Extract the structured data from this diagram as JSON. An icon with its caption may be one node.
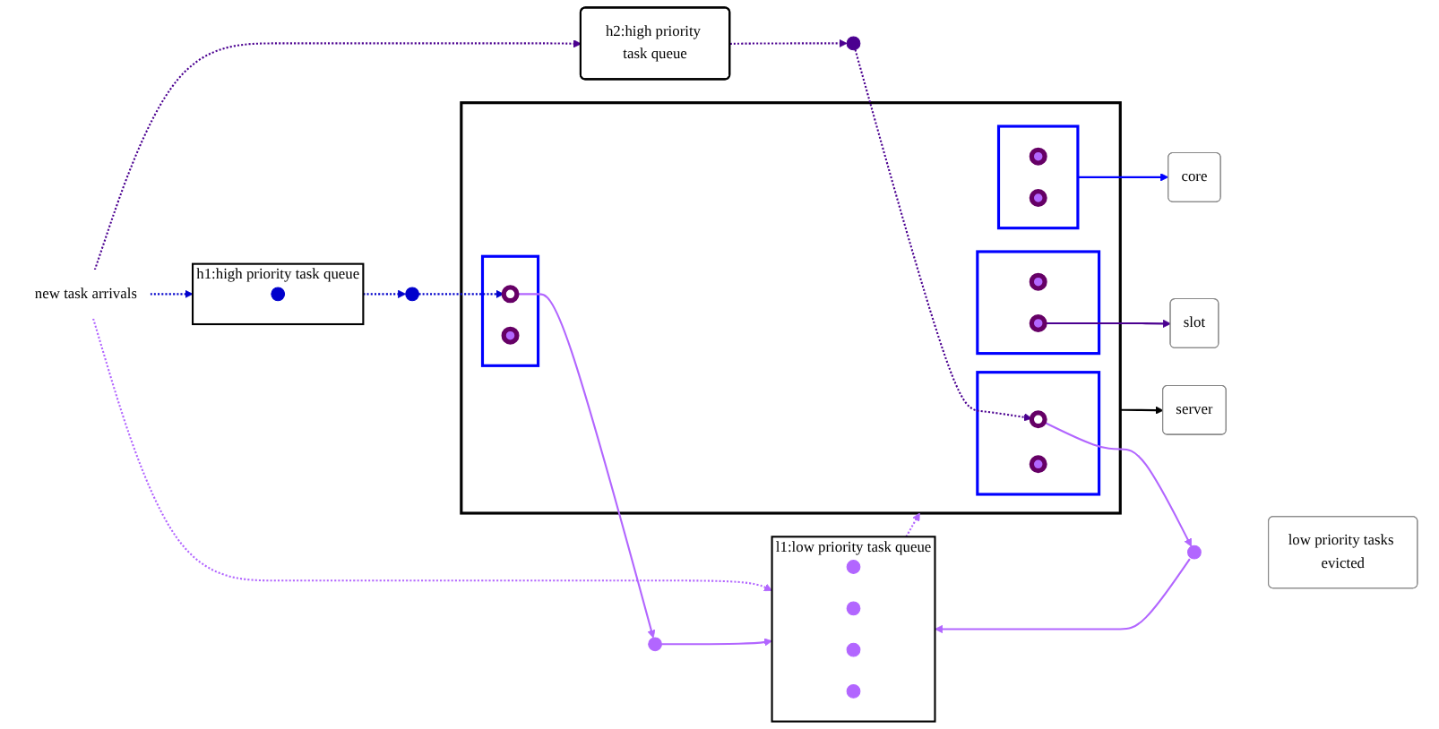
{
  "diagram": {
    "nodes": [
      {
        "text": [
          "new task arrivals"
        ]
      },
      {
        "text": [
          "h1:high priority task queue"
        ]
      },
      {
        "text": [
          "h2:high priority task queue"
        ]
      },
      {
        "text": [
          "l1:low priority task queue"
        ]
      },
      {
        "text": [],
        "shape": "circle",
        "in": 1
      },
      {
        "text": [],
        "shape": "circle",
        "in": 3
      },
      {
        "text": [],
        "shape": "circle",
        "in": 3
      },
      {
        "text": [],
        "shape": "circle",
        "in": 3
      },
      {
        "text": [],
        "shape": "circle",
        "in": 3
      },
      {
        "text": [],
        "shape": "circle"
      },
      {
        "text": [],
        "shape": "circle"
      },
      {
        "text": [],
        "shape": "box"
      },
      {
        "text": [],
        "shape": "box",
        "in": 11
      },
      {
        "text": [],
        "shape": "box",
        "in": 11
      },
      {
        "text": [],
        "shape": "box",
        "in": 11
      },
      {
        "text": [],
        "shape": "box",
        "in": 11
      },
      {
        "text": [],
        "shape": "circle",
        "in": 12
      },
      {
        "text": [],
        "shape": "circle",
        "in": 12
      },
      {
        "text": [],
        "shape": "circle",
        "in": 13
      },
      {
        "text": [],
        "shape": "circle",
        "in": 13
      },
      {
        "text": [],
        "shape": "circle",
        "in": 14
      },
      {
        "text": [],
        "shape": "circle",
        "in": 14
      },
      {
        "text": [],
        "shape": "circle",
        "in": 15
      },
      {
        "text": [],
        "shape": "circle",
        "in": 15
      },
      {
        "text": [
          "core"
        ]
      },
      {
        "text": [
          "slot"
        ]
      },
      {
        "text": [
          "server"
        ]
      },
      {
        "text": [],
        "shape": "circle"
      },
      {
        "text": [],
        "shape": "circle"
      },
      {
        "text": [
          "low priority tasks evicted"
        ]
      }
    ],
    "edges": [
      {
        "from": 0,
        "to": 1,
        "arrow": "to",
        "style": "dashed",
        "color": "#0000cc"
      },
      {
        "from": 0,
        "to": 2,
        "arrow": "to",
        "style": "dashed",
        "color": "#4b0090"
      },
      {
        "from": 0,
        "to": 3,
        "arrow": "to",
        "style": "dashed"
      },
      {
        "from": 1,
        "to": 9,
        "arrow": "to",
        "style": "dashed",
        "color": "#0000cc"
      },
      {
        "from": 9,
        "to": 20,
        "arrow": "to",
        "style": "dashed",
        "color": "#0000cc"
      },
      {
        "from": 2,
        "to": 10,
        "arrow": "to",
        "style": "dashed",
        "color": "#4b0090"
      },
      {
        "from": 10,
        "to": 22,
        "arrow": "to",
        "style": "dashed",
        "color": "#4b0090"
      },
      {
        "from": 3,
        "to": 11,
        "arrow": "to",
        "style": "dashed"
      },
      {
        "from": 12,
        "to": 24,
        "arrow": "to",
        "color": "#0000ff"
      },
      {
        "from": 19,
        "to": 25,
        "arrow": "to",
        "color": "#4b0090"
      },
      {
        "from": 11,
        "to": 26,
        "arrow": "to",
        "color": "#000000"
      },
      {
        "from": 20,
        "to": 27,
        "arrow": "to"
      },
      {
        "from": 22,
        "to": 28,
        "arrow": "to"
      },
      {
        "from": 27,
        "to": 3,
        "arrow": "to"
      },
      {
        "from": 28,
        "to": 3,
        "arrow": "to"
      }
    ]
  }
}
